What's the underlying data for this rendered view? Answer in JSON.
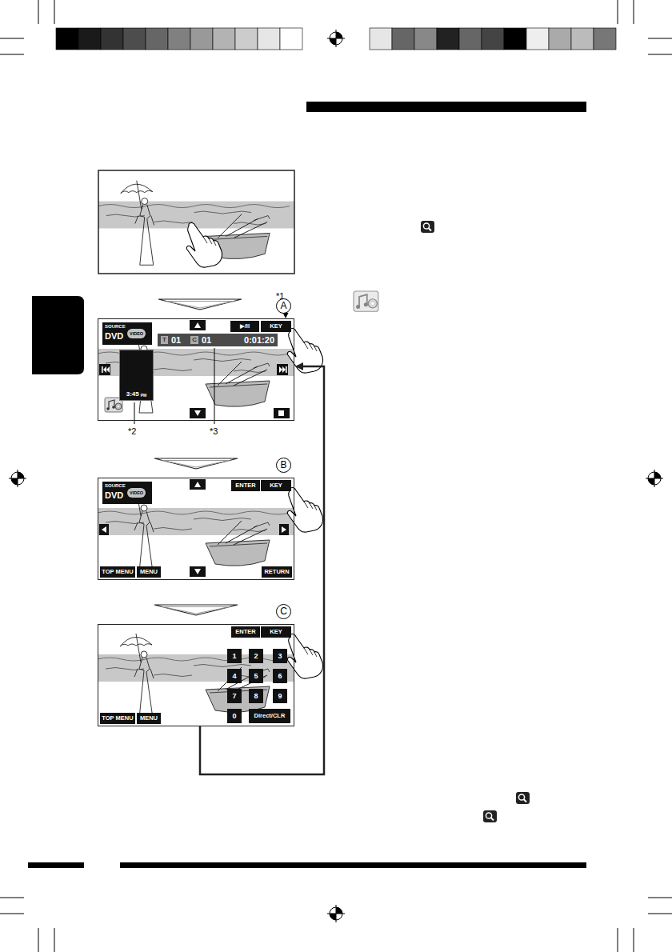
{
  "diagram": {
    "nodes": [
      {
        "text": [
          "A"
        ]
      },
      {
        "text": [
          "SOURCE",
          "DVD",
          "VIDEO"
        ],
        "in": 0
      },
      {
        "text": [
          "▶/II"
        ],
        "in": 0
      },
      {
        "text": [
          "KEY"
        ],
        "in": 0
      },
      {
        "text": [
          "T",
          "01",
          "C",
          "01",
          "0:01:20"
        ],
        "in": 0
      },
      {
        "text": [
          "3:45",
          "PM"
        ],
        "in": 0
      },
      {
        "text": [
          "B"
        ]
      },
      {
        "text": [
          "SOURCE",
          "DVD",
          "VIDEO"
        ],
        "in": 6
      },
      {
        "text": [
          "ENTER"
        ],
        "in": 6
      },
      {
        "text": [
          "KEY"
        ],
        "in": 6
      },
      {
        "text": [
          "TOP MENU"
        ],
        "in": 6
      },
      {
        "text": [
          "MENU"
        ],
        "in": 6
      },
      {
        "text": [
          "RETURN"
        ],
        "in": 6
      },
      {
        "text": [
          "C"
        ]
      },
      {
        "text": [
          "ENTER"
        ],
        "in": 13
      },
      {
        "text": [
          "KEY"
        ],
        "in": 13
      },
      {
        "text": [
          "1"
        ],
        "in": 13
      },
      {
        "text": [
          "2"
        ],
        "in": 13
      },
      {
        "text": [
          "3"
        ],
        "in": 13
      },
      {
        "text": [
          "4"
        ],
        "in": 13
      },
      {
        "text": [
          "5"
        ],
        "in": 13
      },
      {
        "text": [
          "6"
        ],
        "in": 13
      },
      {
        "text": [
          "7"
        ],
        "in": 13
      },
      {
        "text": [
          "8"
        ],
        "in": 13
      },
      {
        "text": [
          "9"
        ],
        "in": 13
      },
      {
        "text": [
          "0"
        ],
        "in": 13
      },
      {
        "text": [
          "Direct/CLR"
        ],
        "in": 13
      },
      {
        "text": [
          "TOP MENU"
        ],
        "in": 13
      },
      {
        "text": [
          "MENU"
        ],
        "in": 13
      }
    ],
    "edges": [
      {
        "from": 0,
        "to": 6,
        "arrow": "to"
      },
      {
        "from": 6,
        "to": 13,
        "arrow": "to"
      },
      {
        "from": 13,
        "to": 0,
        "arrow": "to"
      }
    ],
    "labels": [
      "*1",
      "*2",
      "*3"
    ]
  }
}
